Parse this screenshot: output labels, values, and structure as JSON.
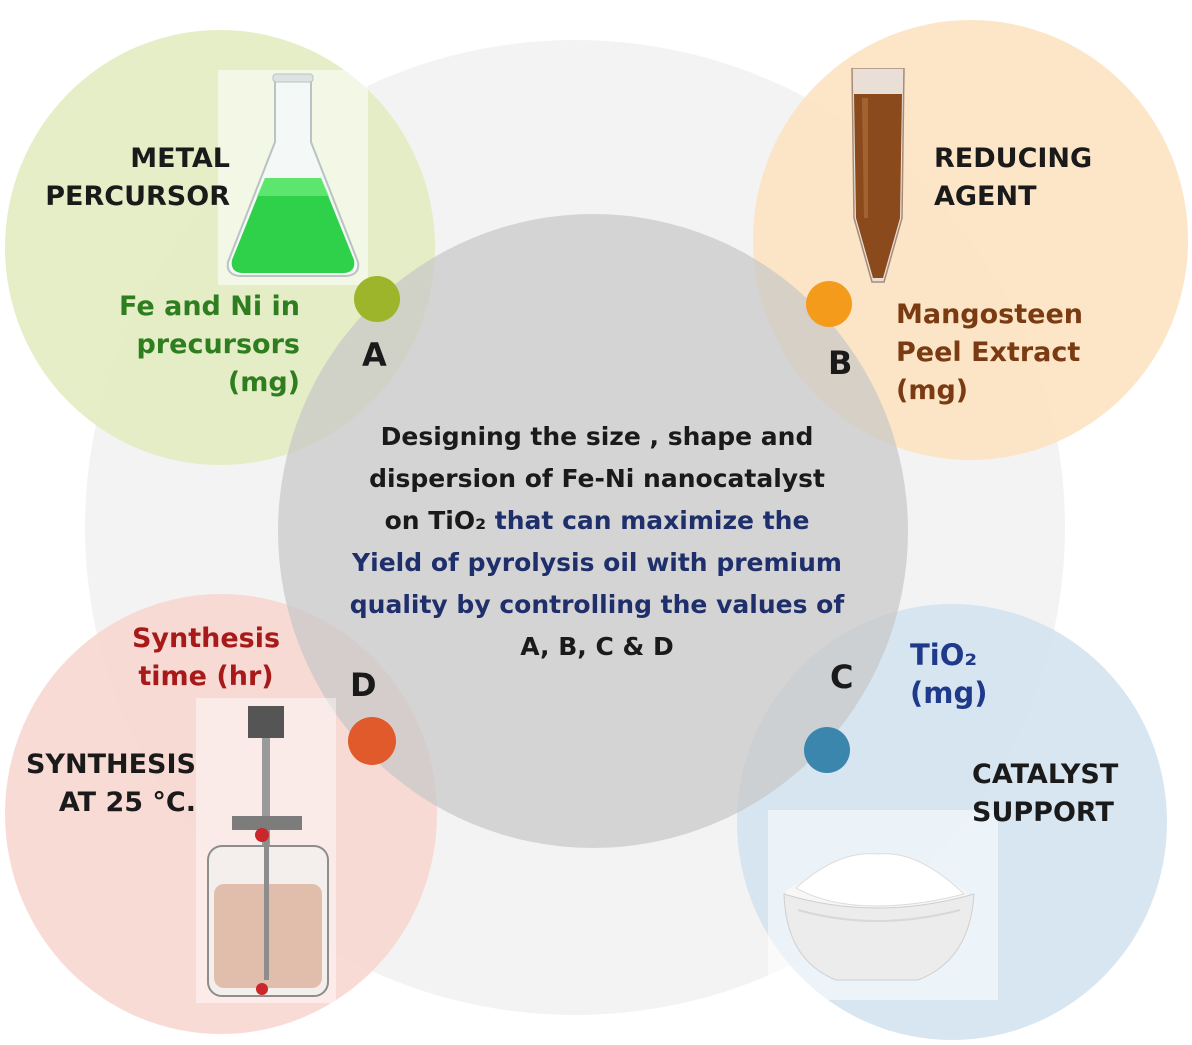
{
  "center": {
    "line1": "Designing the size , shape and",
    "line2": "dispersion of Fe-Ni nanocatalyst",
    "line3_dark": "on TiO₂ ",
    "line3_blue": "that can maximize the",
    "line4": "Yield of pyrolysis oil with premium",
    "line5": "quality by controlling the values of",
    "line6": "A, B, C & D"
  },
  "nodes": {
    "a": {
      "title1": "METAL",
      "title2": "PERCURSOR",
      "param1": "Fe and Ni in",
      "param2": "precursors",
      "param3": "(mg)",
      "letter": "A"
    },
    "b": {
      "title1": "REDUCING",
      "title2": "AGENT",
      "param1": "Mangosteen",
      "param2": "Peel Extract",
      "param3": "(mg)",
      "letter": "B"
    },
    "c": {
      "title1": "CATALYST",
      "title2": "SUPPORT",
      "param1": "TiO₂",
      "param2": "(mg)",
      "letter": "C"
    },
    "d": {
      "title1": "SYNTHESIS",
      "title2": "AT 25 °C.",
      "param1": "Synthesis",
      "param2": "time (hr)",
      "letter": "D"
    }
  },
  "colors": {
    "a_circle": "#e8efcc",
    "a_dot": "#9db52b",
    "a_text": "#2e7d1e",
    "b_circle": "#fbe5c6",
    "b_dot": "#f59b1c",
    "b_text": "#7a3a12",
    "c_circle": "#d8e6f0",
    "c_dot": "#3a86ad",
    "c_text": "#1f3a8a",
    "d_circle": "#f8dcd8",
    "d_dot": "#e05a2b",
    "d_text": "#a81a1a",
    "center_circle": "#d4d4d4",
    "outer_circle": "#f2f2f2",
    "dark_text": "#1a1a1a",
    "blue_text": "#1f2f6b"
  }
}
